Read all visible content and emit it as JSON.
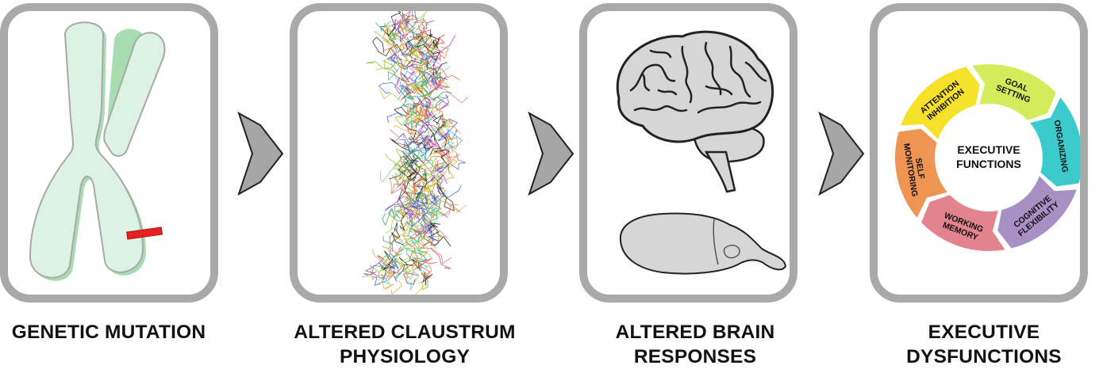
{
  "steps": [
    {
      "id": "genetic",
      "caption_line1": "GENETIC MUTATION",
      "caption_line2": ""
    },
    {
      "id": "claustrum",
      "caption_line1": "ALTERED CLAUSTRUM",
      "caption_line2": "PHYSIOLOGY"
    },
    {
      "id": "brain",
      "caption_line1": "ALTERED BRAIN",
      "caption_line2": "RESPONSES"
    },
    {
      "id": "executive",
      "caption_line1": "EXECUTIVE",
      "caption_line2": "DYSFUNCTIONS"
    }
  ],
  "wheel": {
    "center_line1": "EXECUTIVE",
    "center_line2": "FUNCTIONS",
    "segments": [
      {
        "line1": "ATTENTION",
        "line2": "INHIBITION",
        "color": "#f5e12a"
      },
      {
        "line1": "GOAL",
        "line2": "SETTING",
        "color": "#d4ec5c"
      },
      {
        "line1": "ORGANIZING",
        "line2": "",
        "color": "#3ccbcc"
      },
      {
        "line1": "COGNITIVE",
        "line2": "FLEXIBILITY",
        "color": "#a88fc4"
      },
      {
        "line1": "WORKING",
        "line2": "MEMORY",
        "color": "#e2838e"
      },
      {
        "line1": "SELF",
        "line2": "MONITORING",
        "color": "#ee9553"
      }
    ]
  },
  "colors": {
    "panel_border": "#a9a9a9",
    "arrow_fill": "#a6a6a6",
    "chromosome_fill": "#dcf2e2",
    "chromosome_edge": "#9fd8a8",
    "mutation_band": "#e52222",
    "brain_fill": "#d6d6d6"
  }
}
